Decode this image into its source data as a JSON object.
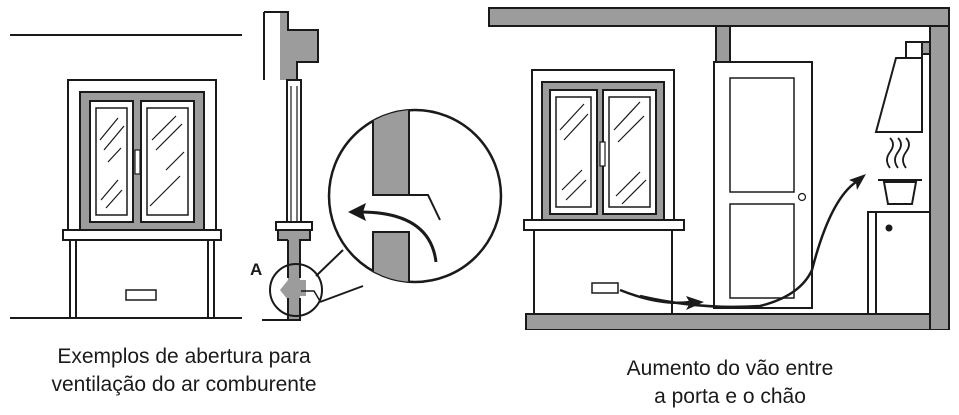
{
  "figure": {
    "label_a": "A",
    "caption_left": [
      "Exemplos de abertura para",
      "ventilação do ar comburente"
    ],
    "caption_right": [
      "Aumento do vão entre",
      "a porta e o chão"
    ]
  },
  "colors": {
    "line": "#1a1a1a",
    "wall_gray": "#9c9c9c",
    "frame_gray": "#8a8a8a",
    "background": "#ffffff"
  }
}
